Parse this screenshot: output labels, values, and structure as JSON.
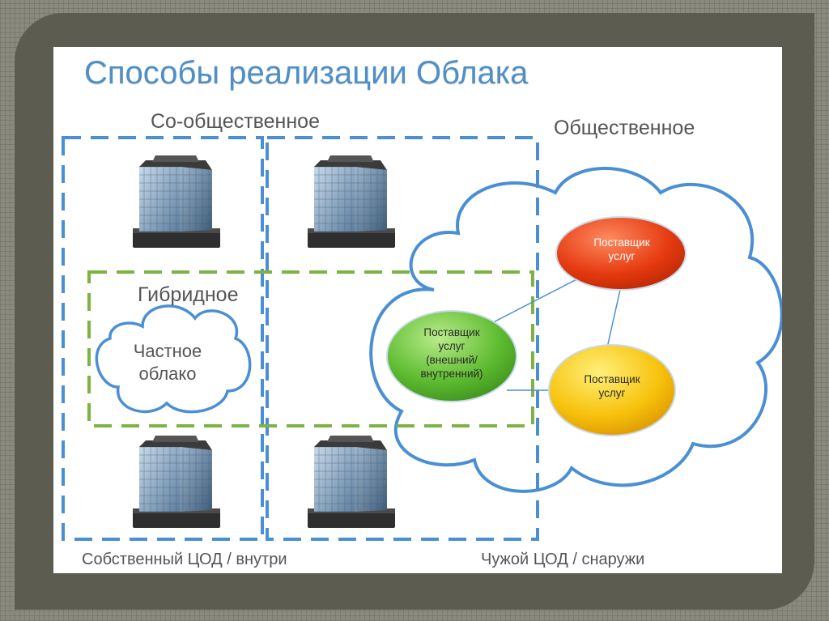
{
  "title": "Способы реализации Облака",
  "labels": {
    "co_public": "Со-общественное",
    "public": "Общественное",
    "hybrid": "Гибридное",
    "own_dc": "Собственный ЦОД / внутри",
    "alien_dc": "Чужой ЦОД / снаружи"
  },
  "private_cloud": {
    "line1": "Частное",
    "line2": "облако"
  },
  "providers": {
    "red": {
      "line1": "Поставщик",
      "line2": "услуг",
      "color": "#e03a10"
    },
    "green": {
      "line1": "Поставщик",
      "line2": "услуг",
      "line3": "(внешний/",
      "line4": "внутренний)",
      "color": "#55b52e"
    },
    "yellow": {
      "line1": "Поставщик",
      "line2": "услуг",
      "color": "#f2b705"
    }
  },
  "colors": {
    "accent_blue": "#4f8fc7",
    "dashed_blue": "#4a8fd4",
    "dashed_green": "#7cb342",
    "cloud_outline": "#4a8fd4"
  },
  "icons": [
    "building-icon",
    "building-icon",
    "building-icon",
    "building-icon"
  ]
}
